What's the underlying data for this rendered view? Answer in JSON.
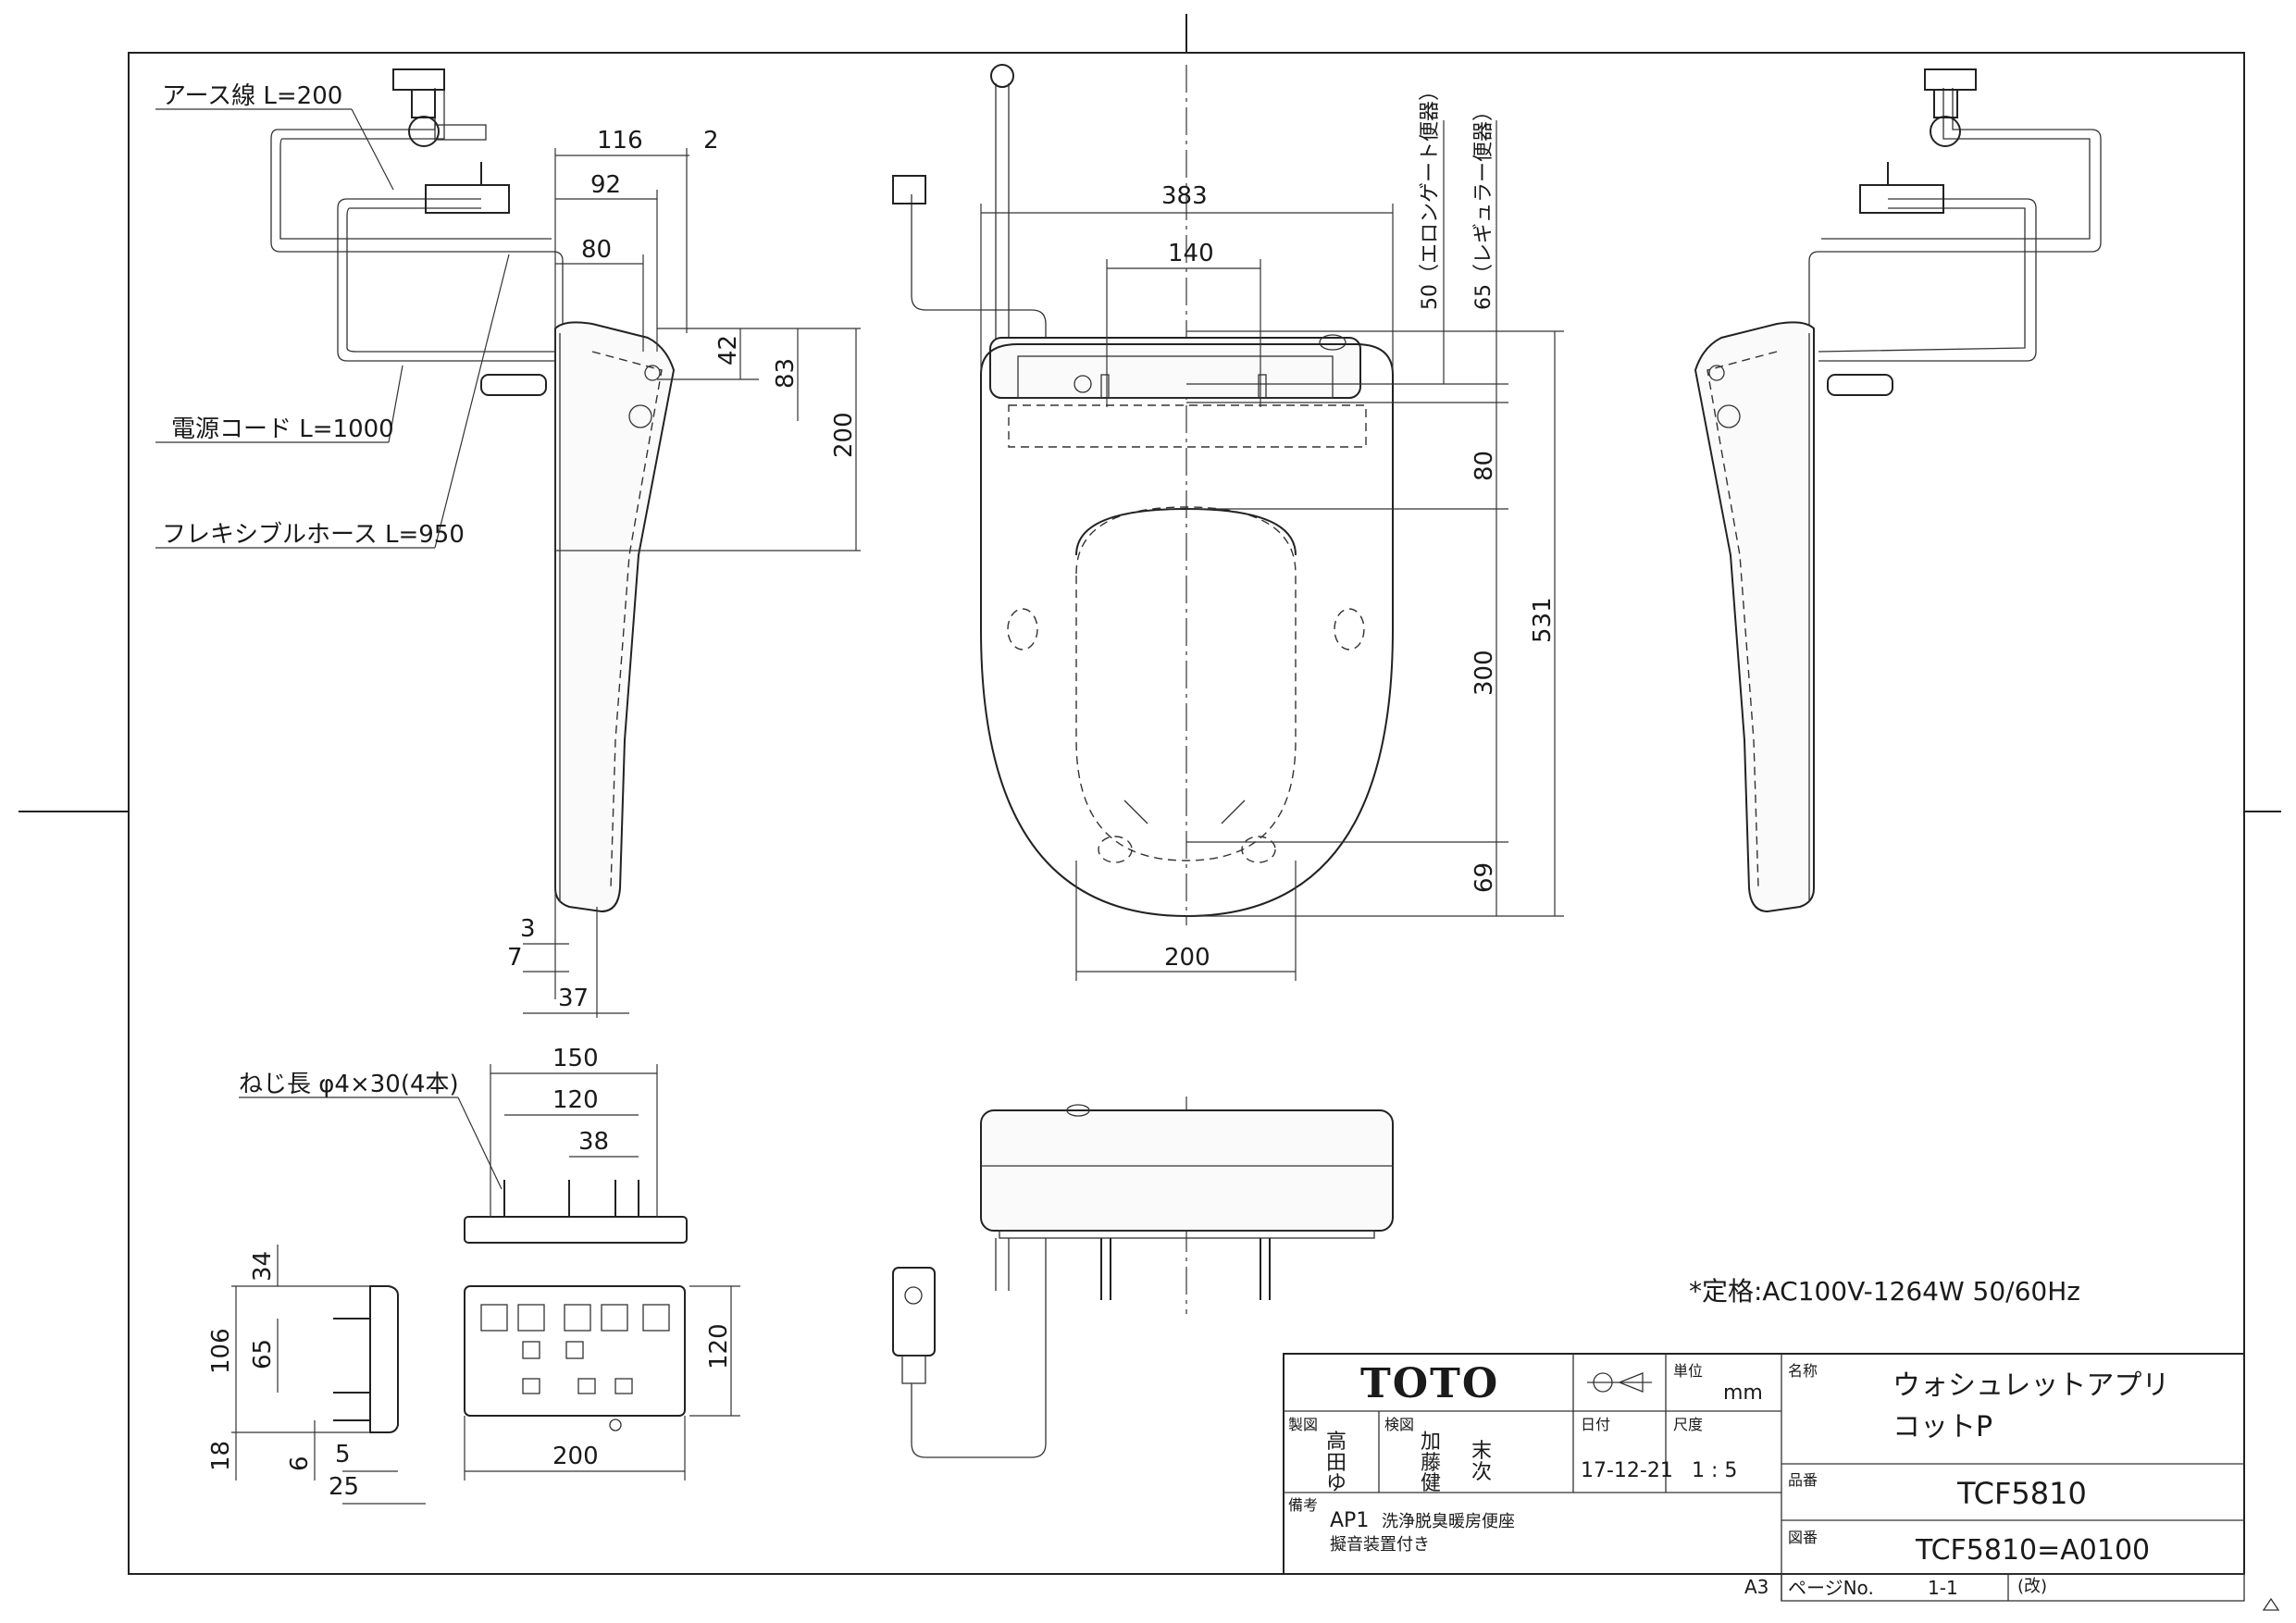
{
  "labels": {
    "earth_wire": "アース線 L=200",
    "power_cord": "電源コード L=1000",
    "flex_hose": "フレキシブルホース L=950",
    "screw": "ねじ長 φ4×30(4本)",
    "rating": "*定格:AC100V-1264W 50/60Hz",
    "elongated": "50（エロンゲート便器）",
    "regular": "65（レギュラー便器）"
  },
  "dims": {
    "side_116": "116",
    "side_2": "2",
    "side_92": "92",
    "side_80": "80",
    "side_42": "42",
    "side_83": "83",
    "side_200": "200",
    "side_3": "3",
    "side_7": "7",
    "side_37": "37",
    "top_383": "383",
    "top_140": "140",
    "top_80": "80",
    "top_300": "300",
    "top_531": "531",
    "top_69": "69",
    "top_200": "200",
    "plate_150": "150",
    "plate_120": "120",
    "plate_38": "38",
    "rem_34": "34",
    "rem_106": "106",
    "rem_65": "65",
    "rem_18": "18",
    "rem_6": "6",
    "rem_5": "5",
    "rem_25": "25",
    "rem_200": "200",
    "rem_120": "120"
  },
  "title_block": {
    "logo": "TOTO",
    "unit_label": "単位",
    "unit_value": "mm",
    "drawn_label": "製図",
    "drawn_by": [
      "高",
      "田",
      "ゆ"
    ],
    "checked_label": "検図",
    "checked_by_1": [
      "加",
      "藤",
      "健"
    ],
    "checked_by_2": [
      "末",
      "次"
    ],
    "date_label": "日付",
    "date_value": "17-12-21",
    "scale_label": "尺度",
    "scale_value": "1 : 5",
    "name_label": "名称",
    "name_line1": "ウォシュレットアプリ",
    "name_line2": "コットP",
    "product_no_label": "品番",
    "product_no": "TCF5810",
    "drawing_no_label": "図番",
    "drawing_no": "TCF5810=A0100",
    "remarks_label": "備考",
    "remarks_code": "AP1",
    "remarks_line1": "洗浄脱臭暖房便座",
    "remarks_line2": "擬音装置付き",
    "sheet_size": "A3",
    "page_label": "ページNo.",
    "page_value": "1-1",
    "rev_label": "(改)"
  }
}
